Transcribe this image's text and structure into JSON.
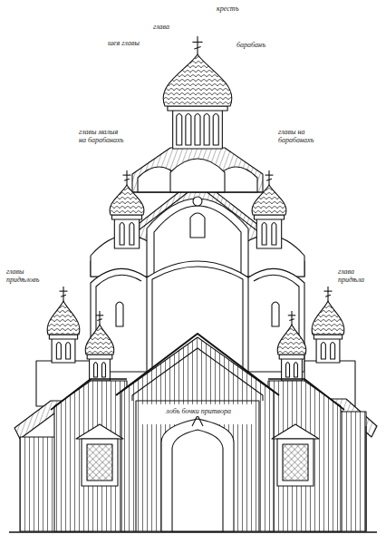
{
  "diagram": {
    "labels": [
      "крестъ",
      "глава",
      "шея главы",
      "барабанъ",
      "главы малыя на барабанахъ",
      "главы на барабанахъ",
      "главы придѣловъ",
      "глава придѣла",
      "лобъ бочки притвора"
    ]
  }
}
